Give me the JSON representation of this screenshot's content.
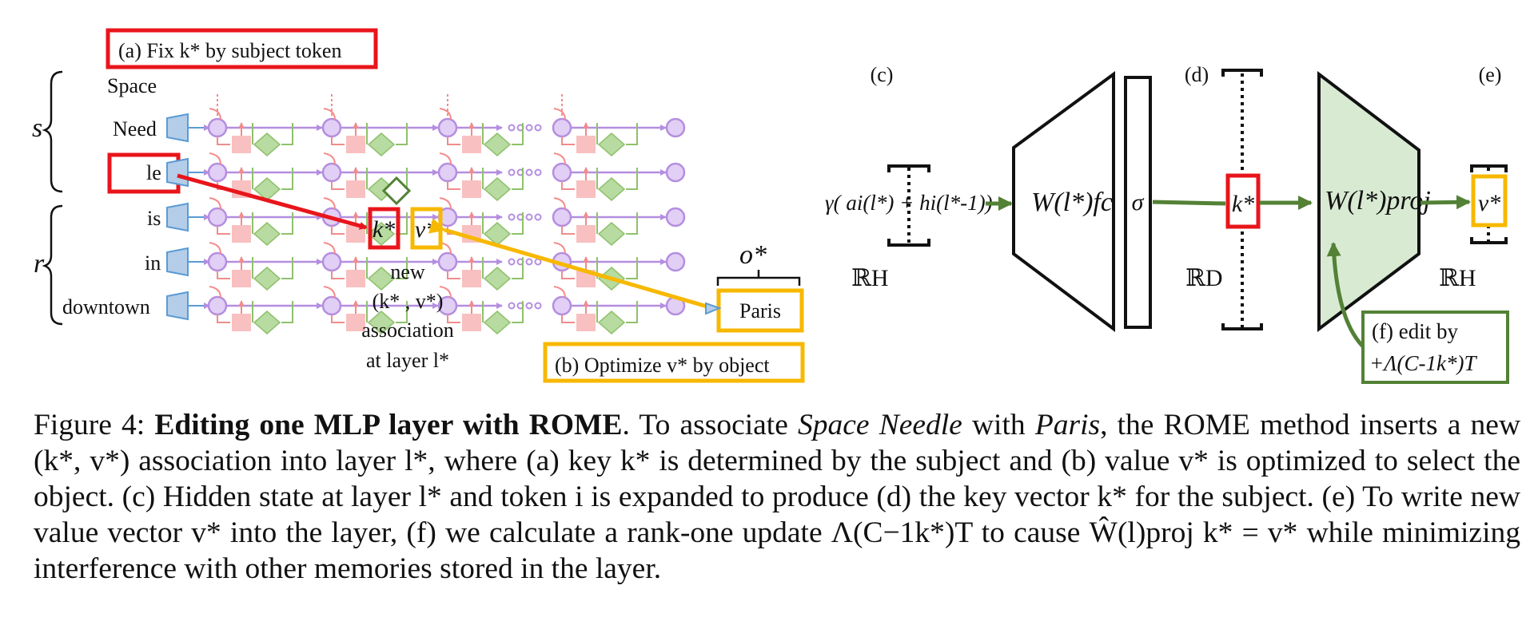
{
  "panel_a": {
    "fix_label": "(a) Fix k* by subject token",
    "brace_s": "s",
    "brace_r": "r",
    "tokens": [
      "Space",
      "Need",
      "le",
      "is",
      "in",
      "downtown"
    ],
    "k_star": "k*",
    "v_star": "v*",
    "assoc_lines": [
      "new",
      "(k* , v*)",
      "association",
      "at layer l*"
    ],
    "o_star": "o*",
    "object_token": "Paris",
    "optimize_label": "(b) Optimize v* by object"
  },
  "panel_c": {
    "label_c": "(c)",
    "label_d": "(d)",
    "label_e": "(e)",
    "input_expr": "γ( ai(l*) + hi(l*-1))",
    "w_fc": "W(l*)fc",
    "sigma": "σ",
    "k_star": "k*",
    "w_proj": "W(l*)proj",
    "v_star": "v*",
    "space_h1": "ℝH",
    "space_d": "ℝD",
    "space_h2": "ℝH",
    "edit_line1": "(f) edit by",
    "edit_line2": "+Λ(C-1k*)T"
  },
  "caption": {
    "figure_number": "Figure 4:",
    "bold_title": "Editing one MLP layer with ROME",
    "text_1": ". To associate ",
    "subject": "Space Needle",
    "text_2": " with ",
    "object": "Paris",
    "text_3": ", the ROME method inserts a new (k*, v*) association into layer l*, where (a) key k* is determined by the subject and (b) value v* is optimized to select the object. (c) Hidden state at layer l* and token i is expanded to produce (d) the key vector k* for the subject. (e) To write new value vector v* into the layer, (f) we calculate a rank-one update Λ(C−1k*)T to cause Ŵ(l)proj k* = v* while minimizing interference with other memories stored in the layer."
  },
  "colors": {
    "red": "#e8151b",
    "yellow": "#f7b800",
    "purple": "#b48ee0",
    "pink": "#f4a9a9",
    "green_fill": "#b7dba0",
    "green": "#538135",
    "blue": "#5b9bd5",
    "blue_fill": "#b4cde8"
  }
}
